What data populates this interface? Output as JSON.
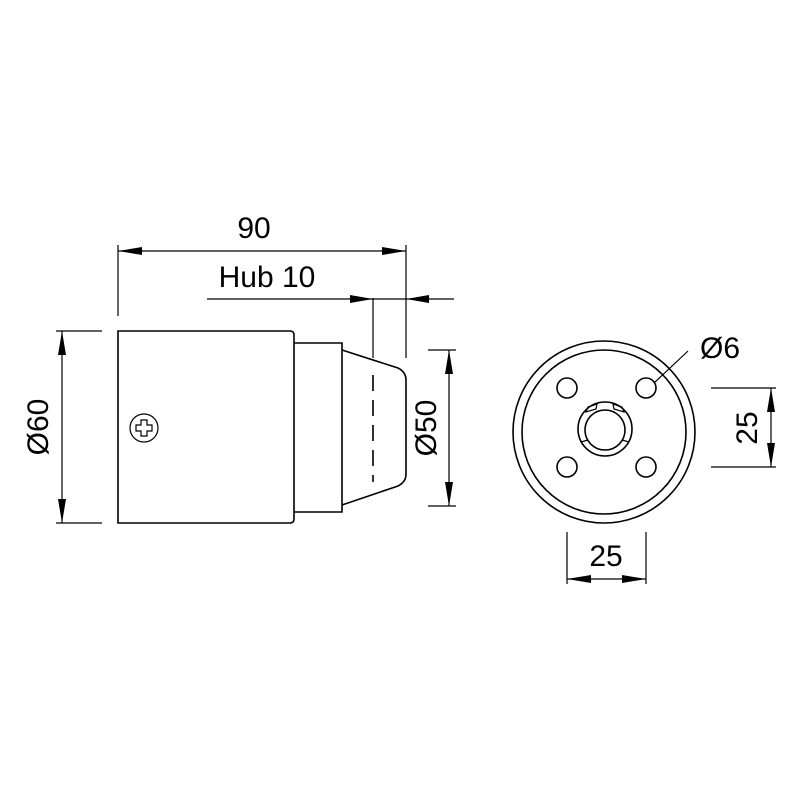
{
  "drawing": {
    "type": "technical-drawing",
    "views": [
      "side-view",
      "front-view"
    ],
    "line_color": "#000000",
    "background": "#ffffff"
  },
  "dimensions": {
    "overall_length": "90",
    "stroke": "Hub 10",
    "body_diameter": "Ø60",
    "buffer_diameter": "Ø50",
    "hole_diameter": "Ø6",
    "hole_spacing_vertical": "25",
    "hole_spacing_horizontal": "25"
  },
  "icons": {
    "screw": "phillips-screw-icon"
  }
}
